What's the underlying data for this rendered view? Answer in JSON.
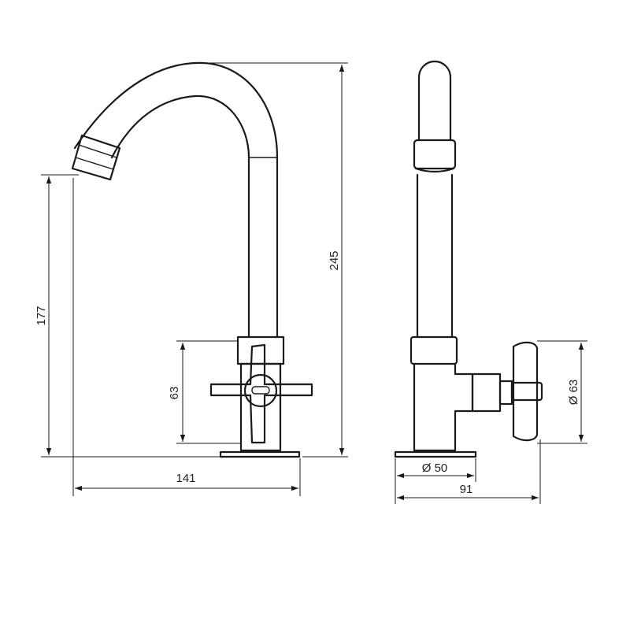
{
  "dimensions": {
    "front_height_total": "245",
    "front_spout_height": "177",
    "front_handle_height": "63",
    "front_depth": "141",
    "side_handle_diameter": "Ø 63",
    "side_base_diameter": "Ø 50",
    "side_width": "91"
  },
  "views": [
    "front-view",
    "side-view"
  ],
  "colors": {
    "line": "#1a1a1a",
    "background": "#ffffff"
  }
}
